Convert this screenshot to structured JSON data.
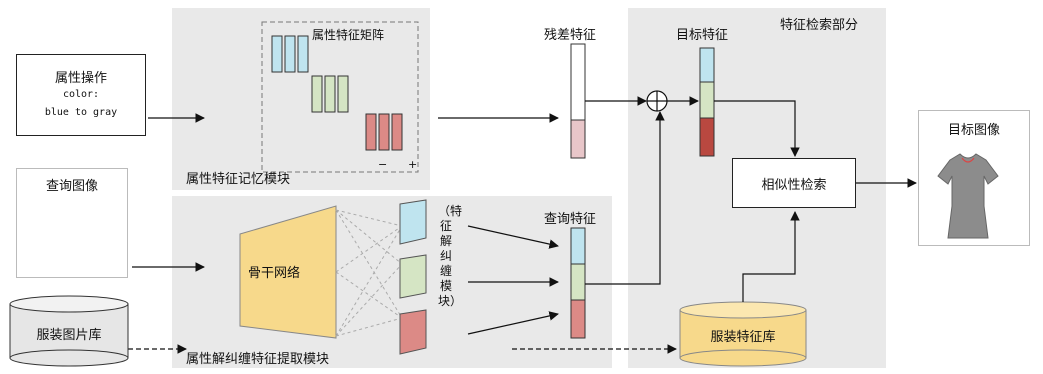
{
  "attribute_op": {
    "title": "属性操作",
    "line1": "color:",
    "line2": "blue to gray"
  },
  "query_image_label": "查询图像",
  "clothing_db_label": "服装图片库",
  "memory_module": {
    "title": "属性特征记忆模块",
    "matrix_label": "属性特征矩阵",
    "minus": "−",
    "plus": "+"
  },
  "extract_module": {
    "title": "属性解纠缠特征提取模块",
    "backbone_label": "骨干网络",
    "disentangle_label": "（特征解纠缠模块）"
  },
  "residual_label": "残差特征",
  "query_feature_label": "查询特征",
  "retrieval": {
    "title": "特征检索部分",
    "target_feature_label": "目标特征",
    "similarity_label": "相似性检索",
    "feature_db_label": "服装特征库"
  },
  "target_image_label": "目标图像",
  "colors": {
    "blue": "#bfe4ef",
    "green": "#d5e5c4",
    "red": "#dc8a86",
    "dark_red": "#b94840",
    "pink": "#e8c6c9",
    "orange": "#f7d98b",
    "panel": "#e9e9e9",
    "navy": "#2c3b7a",
    "gray": "#8c8c8c"
  }
}
